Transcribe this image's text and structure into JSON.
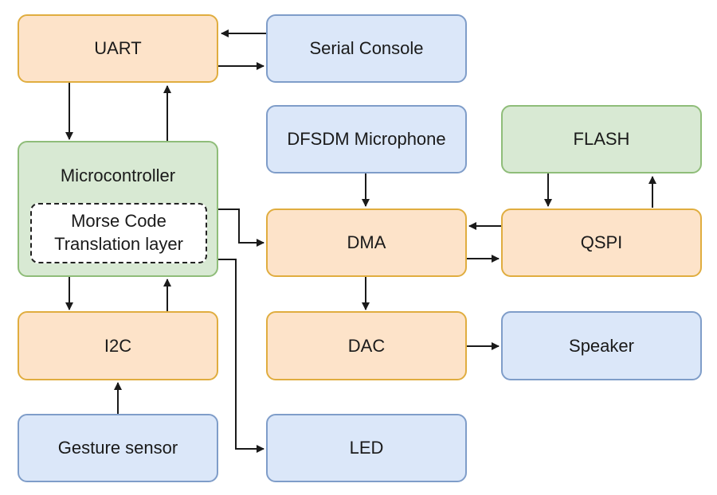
{
  "nodes": {
    "uart": "UART",
    "serial_console": "Serial Console",
    "microcontroller": "Microcontroller",
    "morse_layer": "Morse Code\nTranslation layer",
    "i2c": "I2C",
    "gesture_sensor": "Gesture sensor",
    "dfsdm_microphone": "DFSDM Microphone",
    "flash": "FLASH",
    "dma": "DMA",
    "qspi": "QSPI",
    "dac": "DAC",
    "speaker": "Speaker",
    "led": "LED"
  },
  "colors": {
    "peripheral_fill": "#fde3c9",
    "peripheral_border": "#e0ad3f",
    "external_fill": "#dbe7f9",
    "external_border": "#7f9dc9",
    "core_fill": "#d8e9d3",
    "core_border": "#8fbd79",
    "arrow": "#1a1a1a"
  }
}
